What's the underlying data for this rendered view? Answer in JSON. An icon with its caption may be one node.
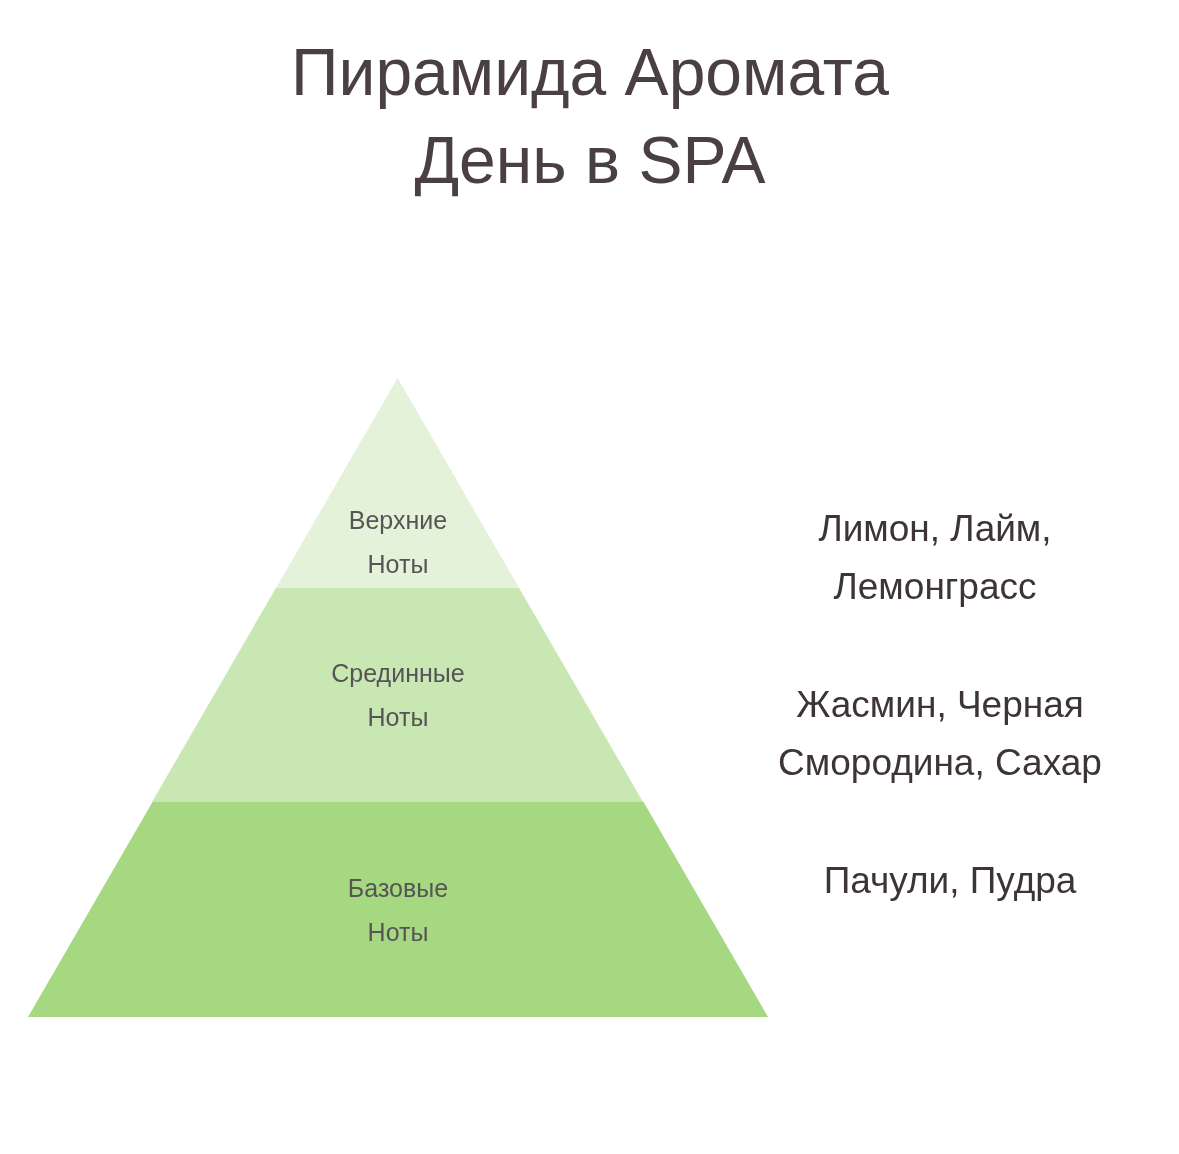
{
  "diagram": {
    "title": "Пирамида Аромата День в SPA",
    "nodes": [
      {
        "text": [
          "Верхние Ноты"
        ]
      },
      {
        "text": [
          "Срединные Ноты"
        ]
      },
      {
        "text": [
          "Базовые Ноты"
        ]
      }
    ],
    "labels": [
      "Лимон, Лайм, Лемонграсс",
      "Жасмин, Черная Смородина, Сахар",
      "Пачули, Пудра"
    ]
  }
}
